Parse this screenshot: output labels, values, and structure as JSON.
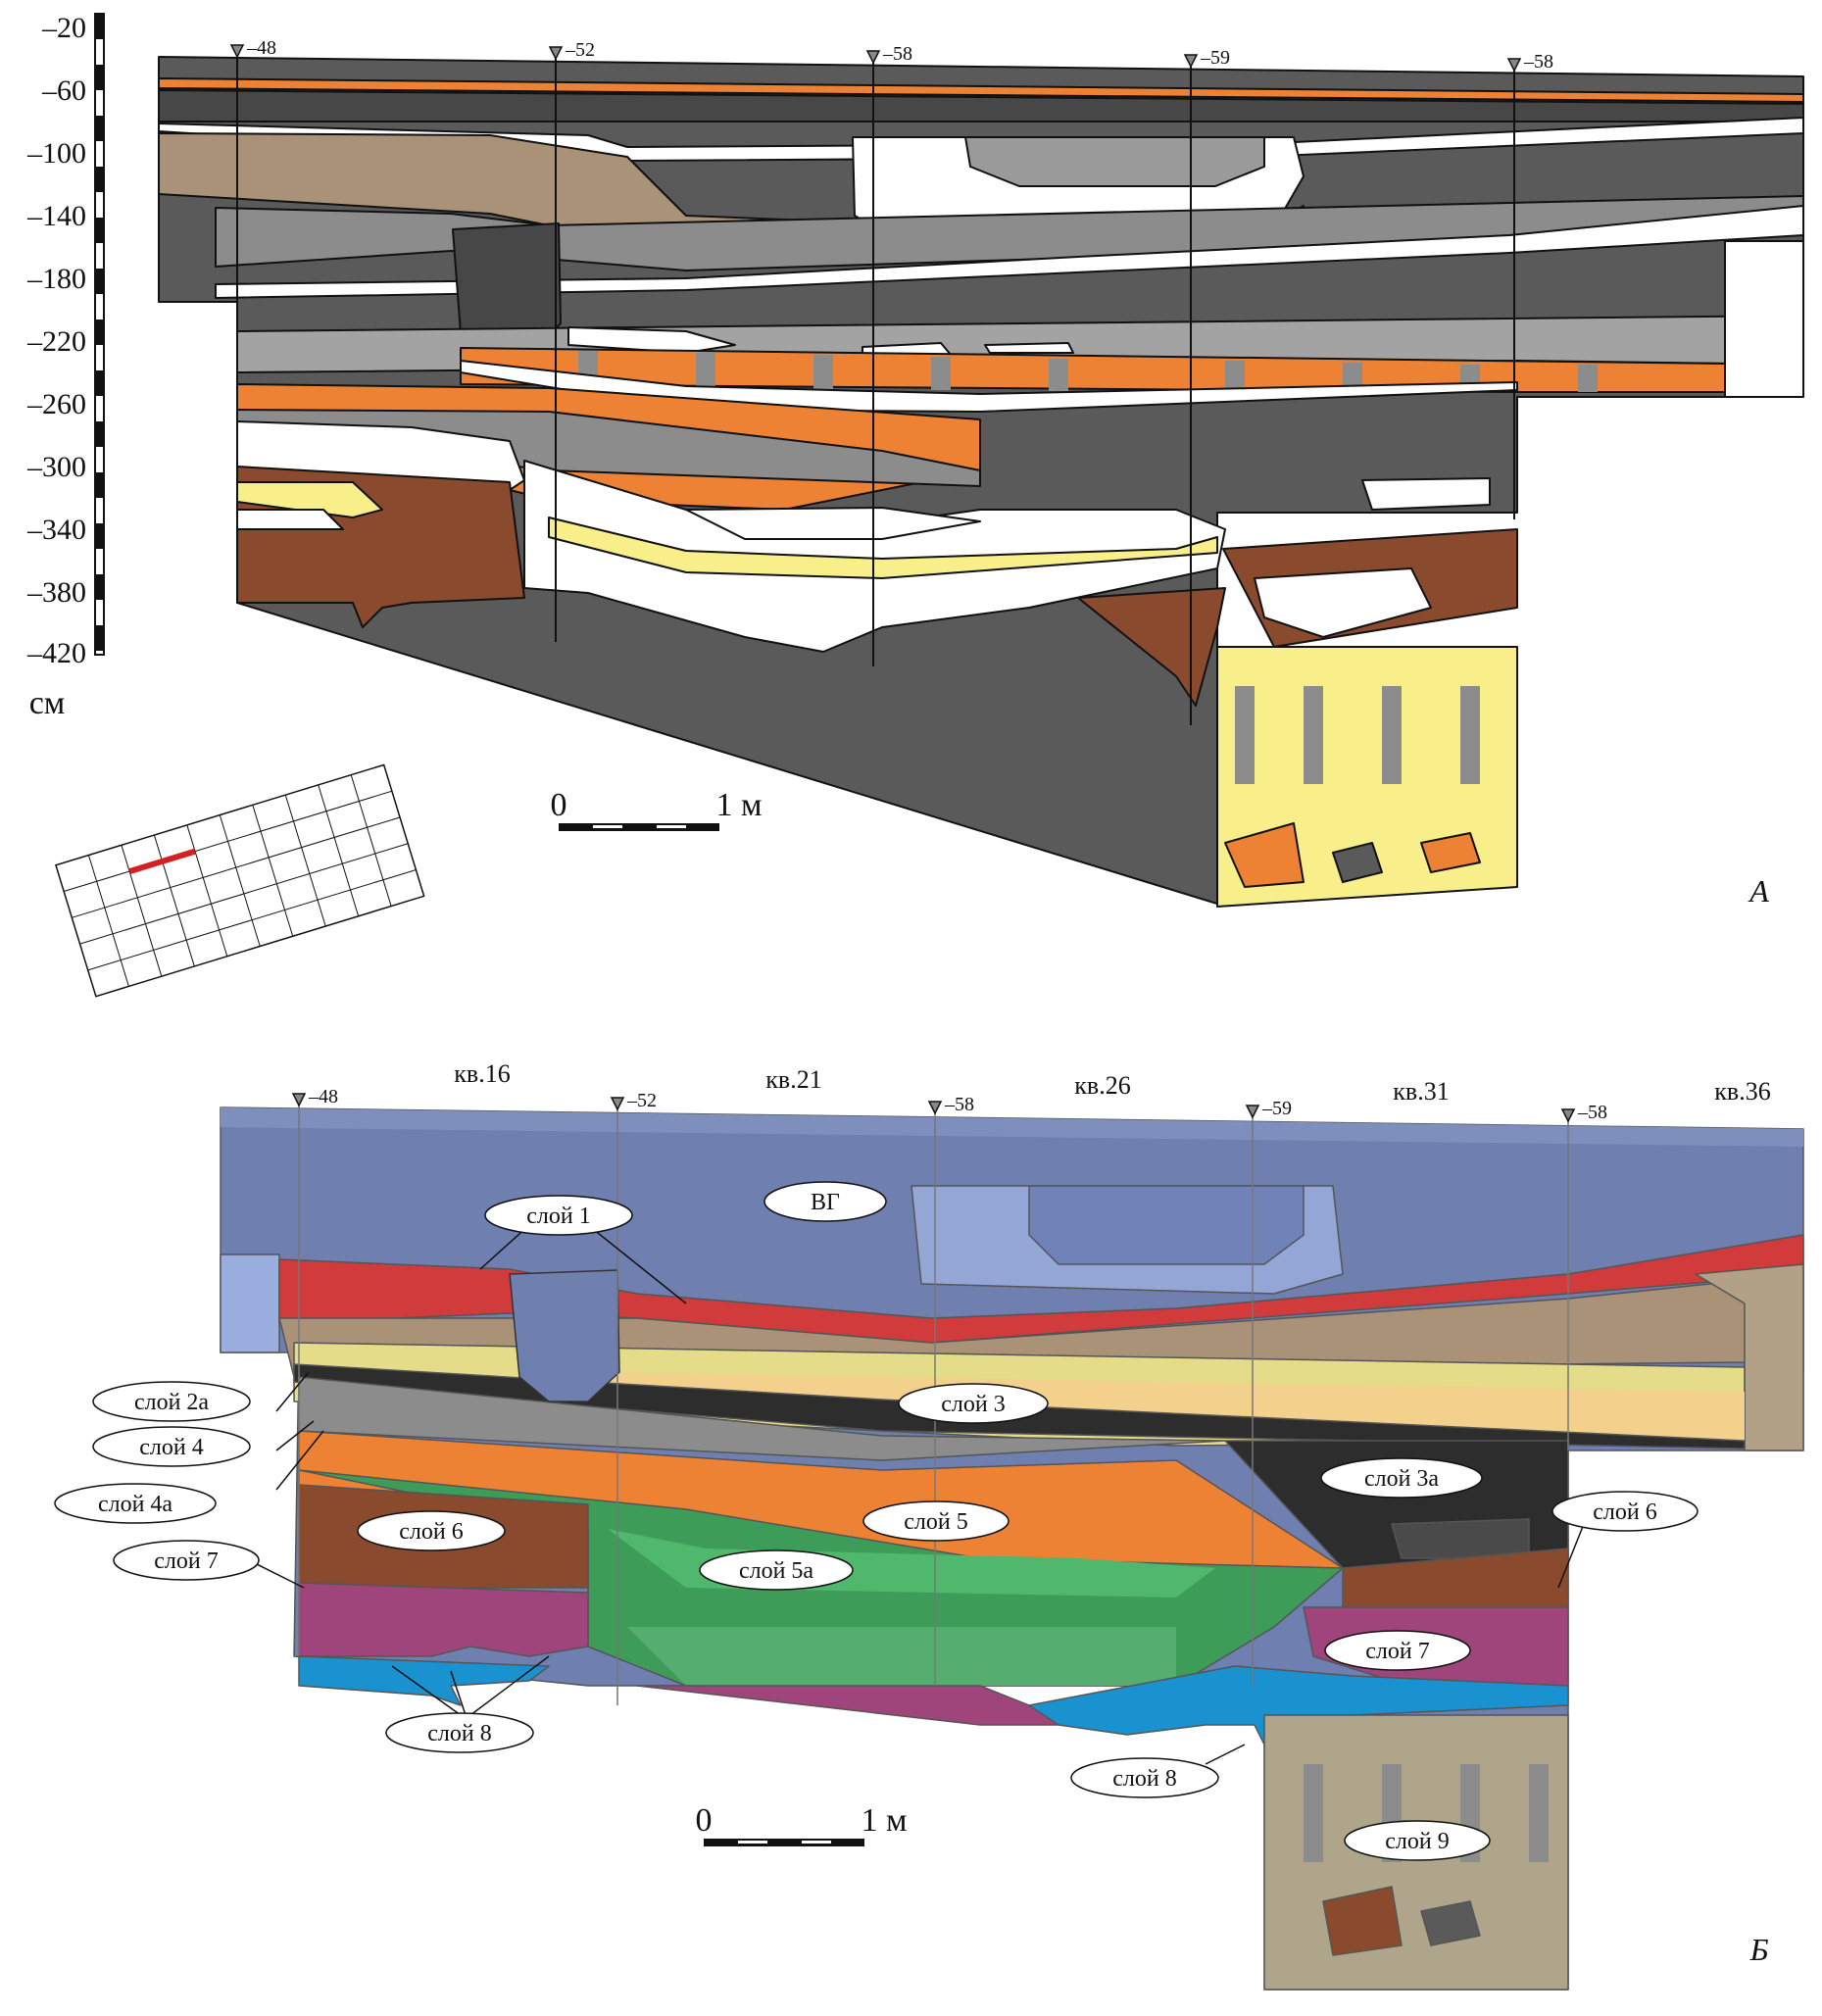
{
  "depth_scale": {
    "ticks": [
      "–20",
      "–60",
      "–100",
      "–140",
      "–180",
      "–220",
      "–260",
      "–300",
      "–340",
      "–380",
      "–420"
    ],
    "unit": "см"
  },
  "elevation_marks": [
    "–48",
    "–52",
    "–58",
    "–59",
    "–58"
  ],
  "squares": [
    "кв.16",
    "кв.21",
    "кв.26",
    "кв.31",
    "кв.36"
  ],
  "scale_bar": {
    "zero": "0",
    "length": "1 м"
  },
  "panel_letters": {
    "a": "А",
    "b": "Б"
  },
  "layer_labels": [
    "ВГ",
    "слой 1",
    "слой 2а",
    "слой 4",
    "слой 4а",
    "слой 3",
    "слой 3а",
    "слой 5",
    "слой 5а",
    "слой 6",
    "слой 7",
    "слой 8",
    "слой 6",
    "слой 7",
    "слой 8",
    "слой 9"
  ],
  "colors": {
    "dark_gray": "#5a5a5a",
    "mid_gray": "#8c8c8c",
    "light_gray": "#b4b4b4",
    "orange": "#ee8234",
    "brown": "#8a4a2e",
    "tan": "#a99278",
    "yellow": "#f8ee8a",
    "blue": "#6e7fb0",
    "red": "#d23b3b",
    "green": "#3d9d58",
    "magenta": "#a0457b",
    "cyan": "#1a92cf",
    "olive": "#aea58a",
    "black": "#2d2d2d"
  },
  "icons": [
    "elevation-marker-icon",
    "pick-mark-icon",
    "location-grid-icon"
  ]
}
